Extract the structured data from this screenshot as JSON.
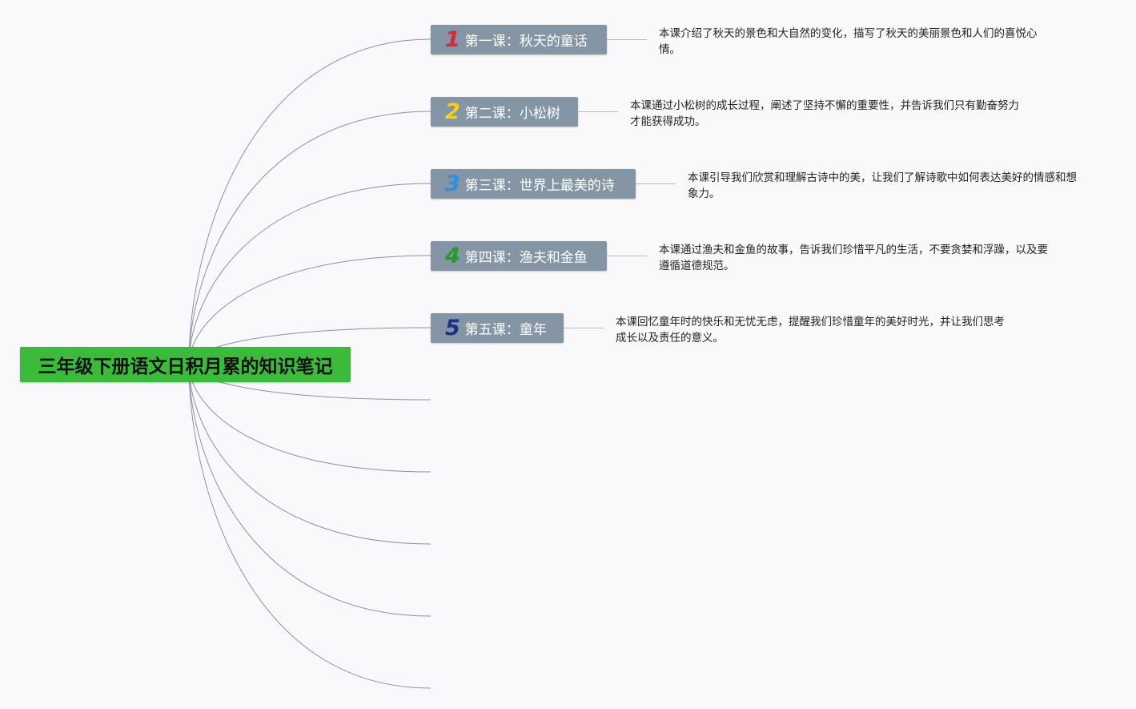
{
  "root": {
    "title": "三年级下册语文日积月累的知识笔记",
    "color": "#3cba3c"
  },
  "topics": [
    {
      "number": "1",
      "number_color": "#e0243a",
      "label": "第一课：秋天的童话",
      "note": "本课介绍了秋天的景色和大自然的变化，描写了秋天的美丽景色和人们的喜悦心情。"
    },
    {
      "number": "2",
      "number_color": "#f5d020",
      "label": "第二课：小松树",
      "note": "本课通过小松树的成长过程，阐述了坚持不懈的重要性，并告诉我们只有勤奋努力才能获得成功。"
    },
    {
      "number": "3",
      "number_color": "#2f8fe0",
      "label": "第三课：世界上最美的诗",
      "note": "本课引导我们欣赏和理解古诗中的美，让我们了解诗歌中如何表达美好的情感和想象力。"
    },
    {
      "number": "4",
      "number_color": "#2a9a2a",
      "label": "第四课：渔夫和金鱼",
      "note": "本课通过渔夫和金鱼的故事，告诉我们珍惜平凡的生活，不要贪婪和浮躁，以及要遵循道德规范。"
    },
    {
      "number": "5",
      "number_color": "#1f2f8a",
      "label": "第五课：童年",
      "note": "本课回忆童年时的快乐和无忧无虑，提醒我们珍惜童年的美好时光，并让我们思考成长以及责任的意义。"
    }
  ],
  "topic_box_color": "#8496a6",
  "link_color": "#8a91a8"
}
